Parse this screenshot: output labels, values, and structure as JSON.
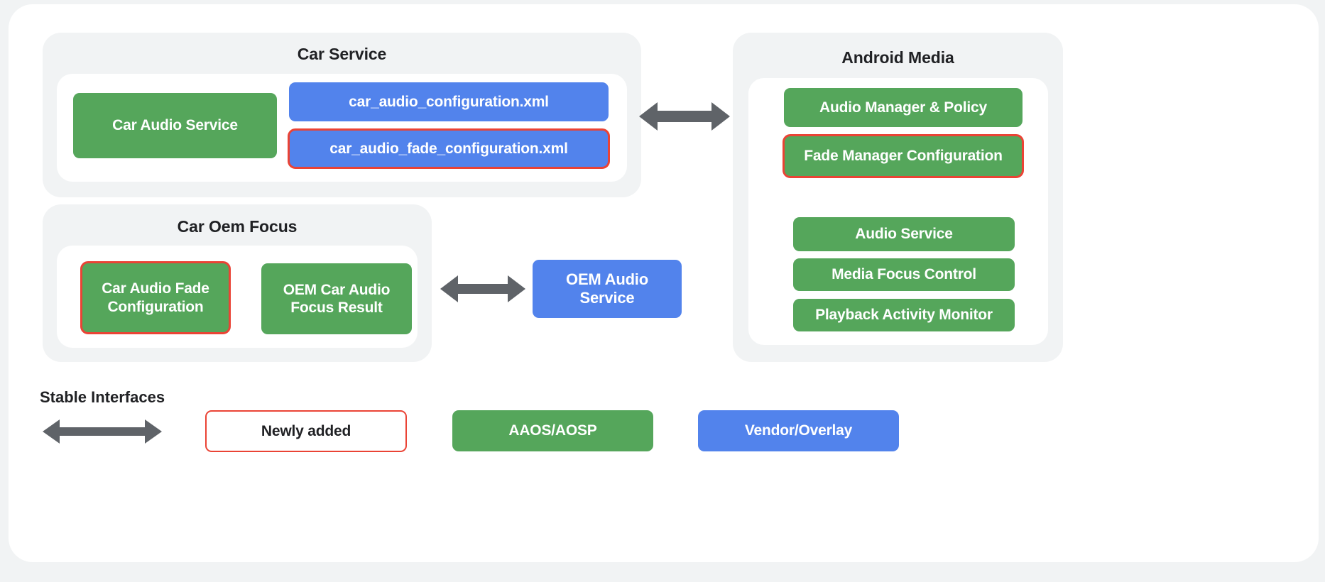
{
  "diagram": {
    "groups": {
      "car_service": {
        "title": "Car Service",
        "nodes": [
          {
            "label": "Car Audio Service",
            "kind": "green",
            "highlight": false
          },
          {
            "label": "car_audio_configuration.xml",
            "kind": "blue",
            "highlight": false
          },
          {
            "label": "car_audio_fade_configuration.xml",
            "kind": "blue",
            "highlight": true
          }
        ]
      },
      "car_oem_focus": {
        "title": "Car Oem Focus",
        "nodes": [
          {
            "label": "Car Audio Fade Configuration",
            "kind": "green",
            "highlight": true
          },
          {
            "label": "OEM Car Audio Focus Result",
            "kind": "green",
            "highlight": false
          }
        ]
      },
      "android_media": {
        "title": "Android Media",
        "nodes": [
          {
            "label": "Audio Manager & Policy",
            "kind": "green",
            "highlight": false
          },
          {
            "label": "Fade Manager Configuration",
            "kind": "green",
            "highlight": true
          },
          {
            "label": "Audio Service",
            "kind": "green",
            "highlight": false
          },
          {
            "label": "Media Focus Control",
            "kind": "green",
            "highlight": false
          },
          {
            "label": "Playback Activity Monitor",
            "kind": "green",
            "highlight": false
          }
        ]
      }
    },
    "standalone": {
      "oem_audio_service": {
        "label": "OEM Audio Service",
        "kind": "blue",
        "highlight": false
      }
    },
    "connectors": [
      {
        "name": "car-service-to-android-media",
        "style": "double-arrow"
      },
      {
        "name": "car-oem-focus-to-oem-audio-service",
        "style": "double-arrow"
      }
    ]
  },
  "legend": {
    "stable_interfaces_label": "Stable Interfaces",
    "items": [
      {
        "label": "Newly added",
        "kind": "outline"
      },
      {
        "label": "AAOS/AOSP",
        "kind": "green"
      },
      {
        "label": "Vendor/Overlay",
        "kind": "blue"
      }
    ]
  },
  "colors": {
    "green": "#55a65b",
    "blue": "#5283ec",
    "highlight_red": "#ea4335",
    "arrow_gray": "#5f6368",
    "panel_gray": "#f1f3f4",
    "card_white": "#ffffff",
    "text_dark": "#202124"
  }
}
